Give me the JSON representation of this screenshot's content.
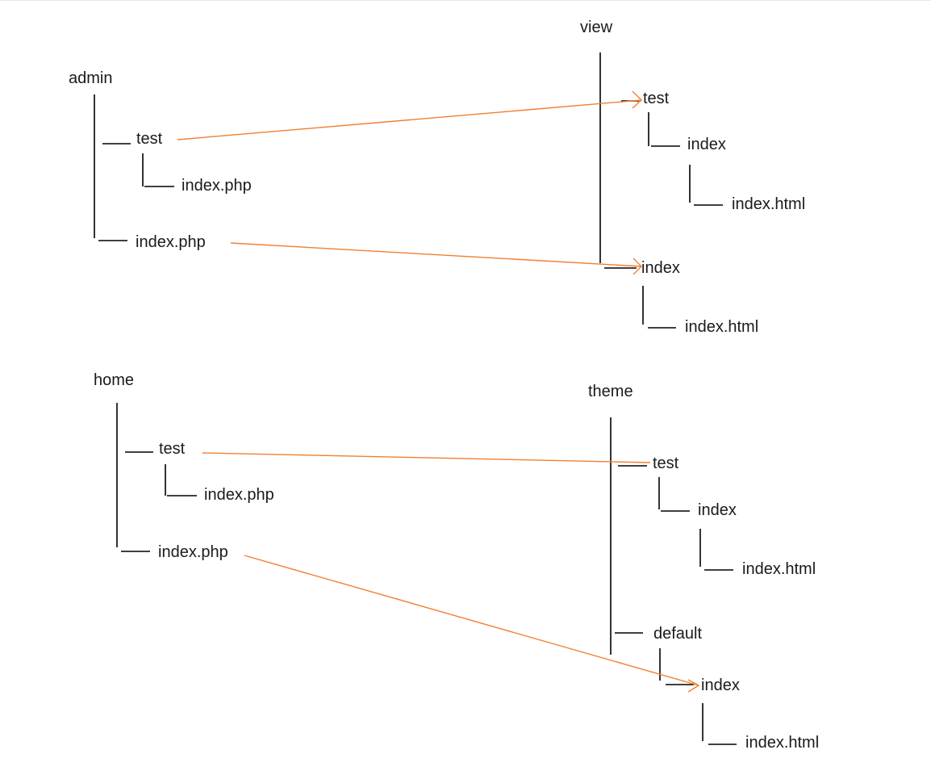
{
  "colors": {
    "tree_line": "#000000",
    "mapping_arrow": "#f47d30",
    "text": "#1a1a1a",
    "background": "#ffffff"
  },
  "admin_tree": {
    "root": "admin",
    "test_folder": "test",
    "test_file": "index.php",
    "root_file": "index.php"
  },
  "view_tree": {
    "root": "view",
    "test_folder": "test",
    "test_index_folder": "index",
    "test_index_file": "index.html",
    "index_folder": "index",
    "index_file": "index.html"
  },
  "home_tree": {
    "root": "home",
    "test_folder": "test",
    "test_file": "index.php",
    "root_file": "index.php"
  },
  "theme_tree": {
    "root": "theme",
    "test_folder": "test",
    "test_index_folder": "index",
    "test_index_file": "index.html",
    "default_folder": "default",
    "default_index_folder": "index",
    "default_index_file": "index.html"
  }
}
